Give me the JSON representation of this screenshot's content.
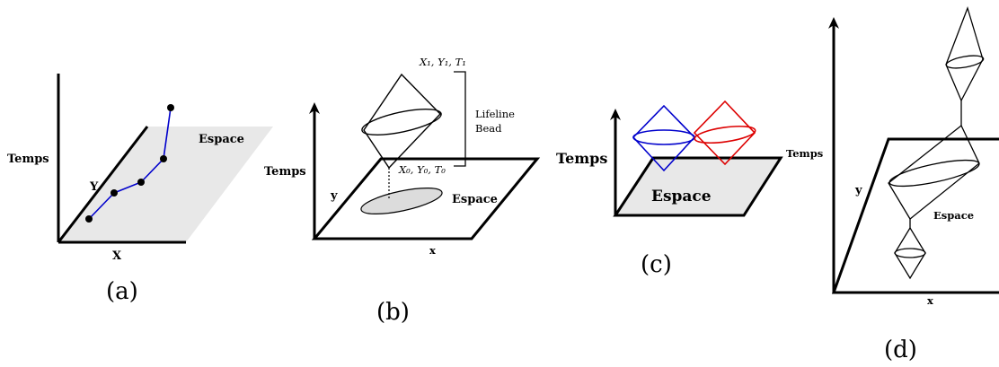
{
  "panels": {
    "a": {
      "caption": "(a)",
      "time_label": "Temps",
      "space_label": "Espace",
      "x_label": "X",
      "y_label": "Y"
    },
    "b": {
      "caption": "(b)",
      "time_label": "Temps",
      "space_label": "Espace",
      "x_label": "x",
      "y_label": "y",
      "top_point_label": "X₁, Y₁, T₁",
      "bottom_point_label": "X₀, Y₀, T₀",
      "bracket_label_line1": "Lifeline",
      "bracket_label_line2": "Bead"
    },
    "c": {
      "caption": "(c)",
      "time_label": "Temps",
      "space_label": "Espace",
      "colors": {
        "left_bead": "#0000cc",
        "right_bead": "#dd0000"
      }
    },
    "d": {
      "caption": "(d)",
      "time_label": "Temps",
      "space_label": "Espace",
      "x_label": "x",
      "y_label": "y"
    }
  },
  "colors": {
    "trajectory": "#0000cc",
    "plane_fill": "#e8e8e8"
  }
}
